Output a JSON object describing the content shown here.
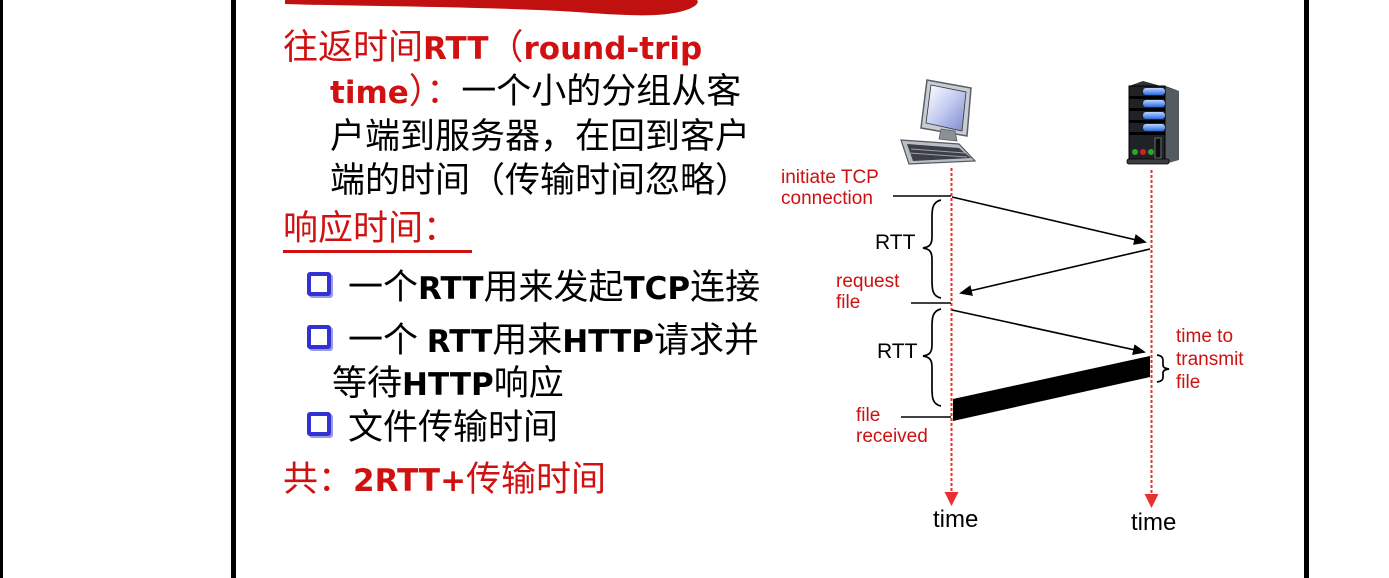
{
  "colors": {
    "accent_red": "#d01111",
    "diagram_label_red": "#cc1111",
    "timeline_red": "#e83030",
    "bullet_blue": "#3232d2",
    "text_black": "#000000",
    "server_slot_blue": "#4d8ef0"
  },
  "content": {
    "intro": {
      "zh1": "往返时间",
      "en1": "RTT",
      "paren_open": "（",
      "en2": "round-trip",
      "en3": "time",
      "paren_close": "）：",
      "zh2": "一个小的分组从客",
      "zh3": "户端到服务器，在回到客户",
      "zh4": "端的时间（传输时间忽略）"
    },
    "response_heading": "响应时间：",
    "bullets": [
      {
        "a": "一个",
        "b": "RTT",
        "c": "用来发起",
        "d": "TCP",
        "e": "连接"
      },
      {
        "a": "一个 ",
        "b": "RTT",
        "c": "用来",
        "d": "HTTP",
        "e": "请求并"
      },
      {
        "a": "等待",
        "b": "HTTP",
        "c": "响应"
      },
      {
        "a": "文件传输时间"
      }
    ],
    "total": {
      "zh1": "共：",
      "en": "2RTT+",
      "zh2": "传输时间"
    }
  },
  "diagram": {
    "labels": {
      "initiate_line1": "initiate TCP",
      "initiate_line2": "connection",
      "rtt1": "RTT",
      "request_line1": "request",
      "request_line2": "file",
      "rtt2": "RTT",
      "transmit_line1": "time to",
      "transmit_line2": "transmit",
      "transmit_line3": "file",
      "received_line1": "file",
      "received_line2": "received",
      "client_time": "time",
      "server_time": "time"
    },
    "icons": {
      "client": "desktop-computer-icon",
      "server": "server-tower-icon",
      "timeline_end": "down-arrowhead"
    }
  }
}
